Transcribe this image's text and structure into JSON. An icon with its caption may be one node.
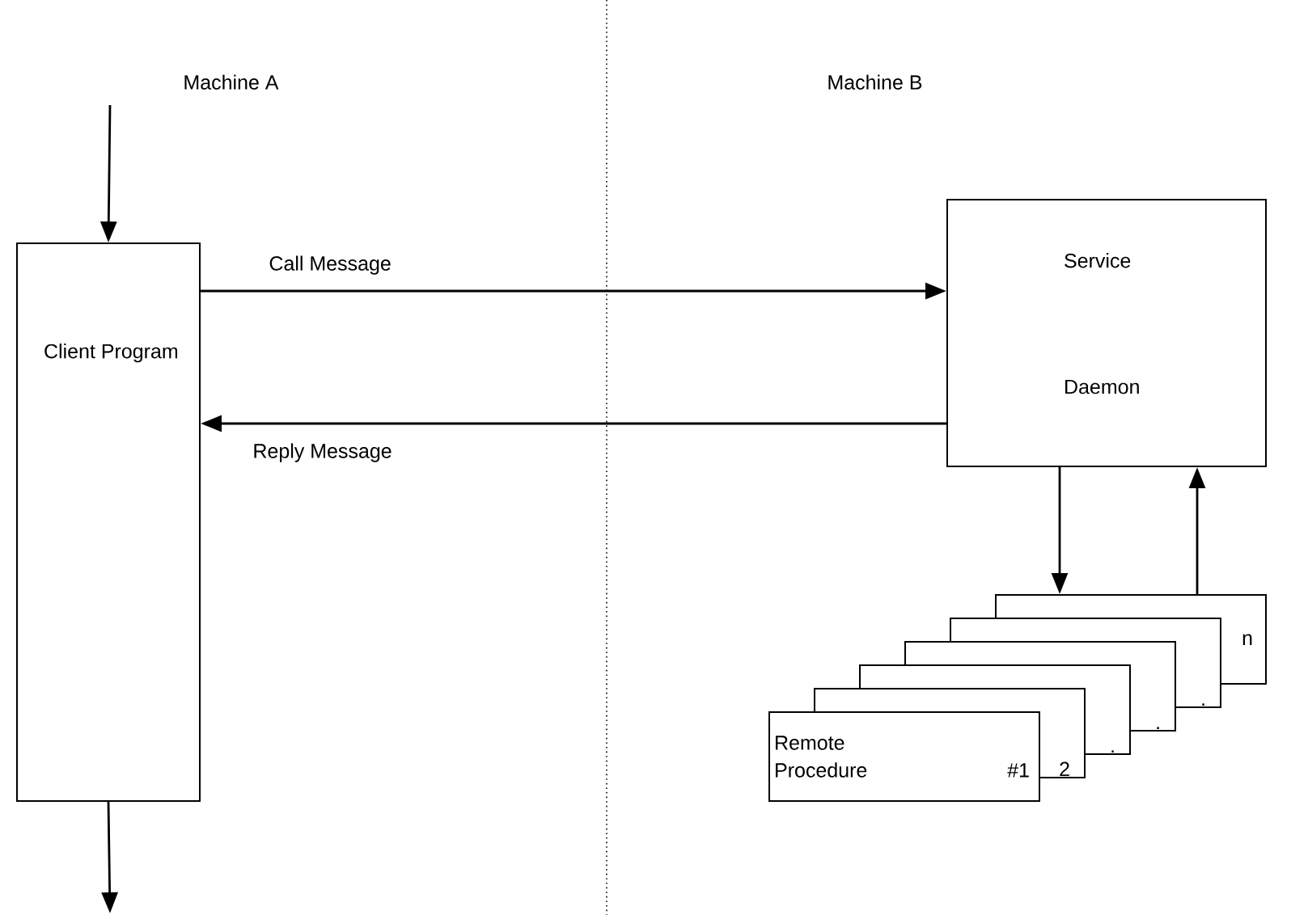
{
  "diagram": {
    "nodes": [
      {
        "text": [
          "Client Program"
        ]
      },
      {
        "text": [
          "Service Daemon"
        ]
      },
      {
        "text": [
          "Remote Procedure",
          "#1"
        ]
      },
      {
        "text": [
          "2"
        ]
      },
      {
        "text": [
          "."
        ]
      },
      {
        "text": [
          "."
        ]
      },
      {
        "text": [
          "."
        ]
      },
      {
        "text": [
          "n"
        ]
      }
    ],
    "edges": [
      {
        "from": null,
        "to": 0,
        "arrow": "to"
      },
      {
        "from": 0,
        "to": null,
        "arrow": "to"
      },
      {
        "from": 0,
        "to": 1,
        "arrow": "to",
        "label": "Call Message"
      },
      {
        "from": 1,
        "to": 0,
        "arrow": "to",
        "label": "Reply Message"
      },
      {
        "from": 1,
        "to": 7,
        "arrow": "to"
      },
      {
        "from": 7,
        "to": 1,
        "arrow": "to"
      }
    ],
    "labels": [
      "Machine A",
      "Machine B"
    ]
  }
}
